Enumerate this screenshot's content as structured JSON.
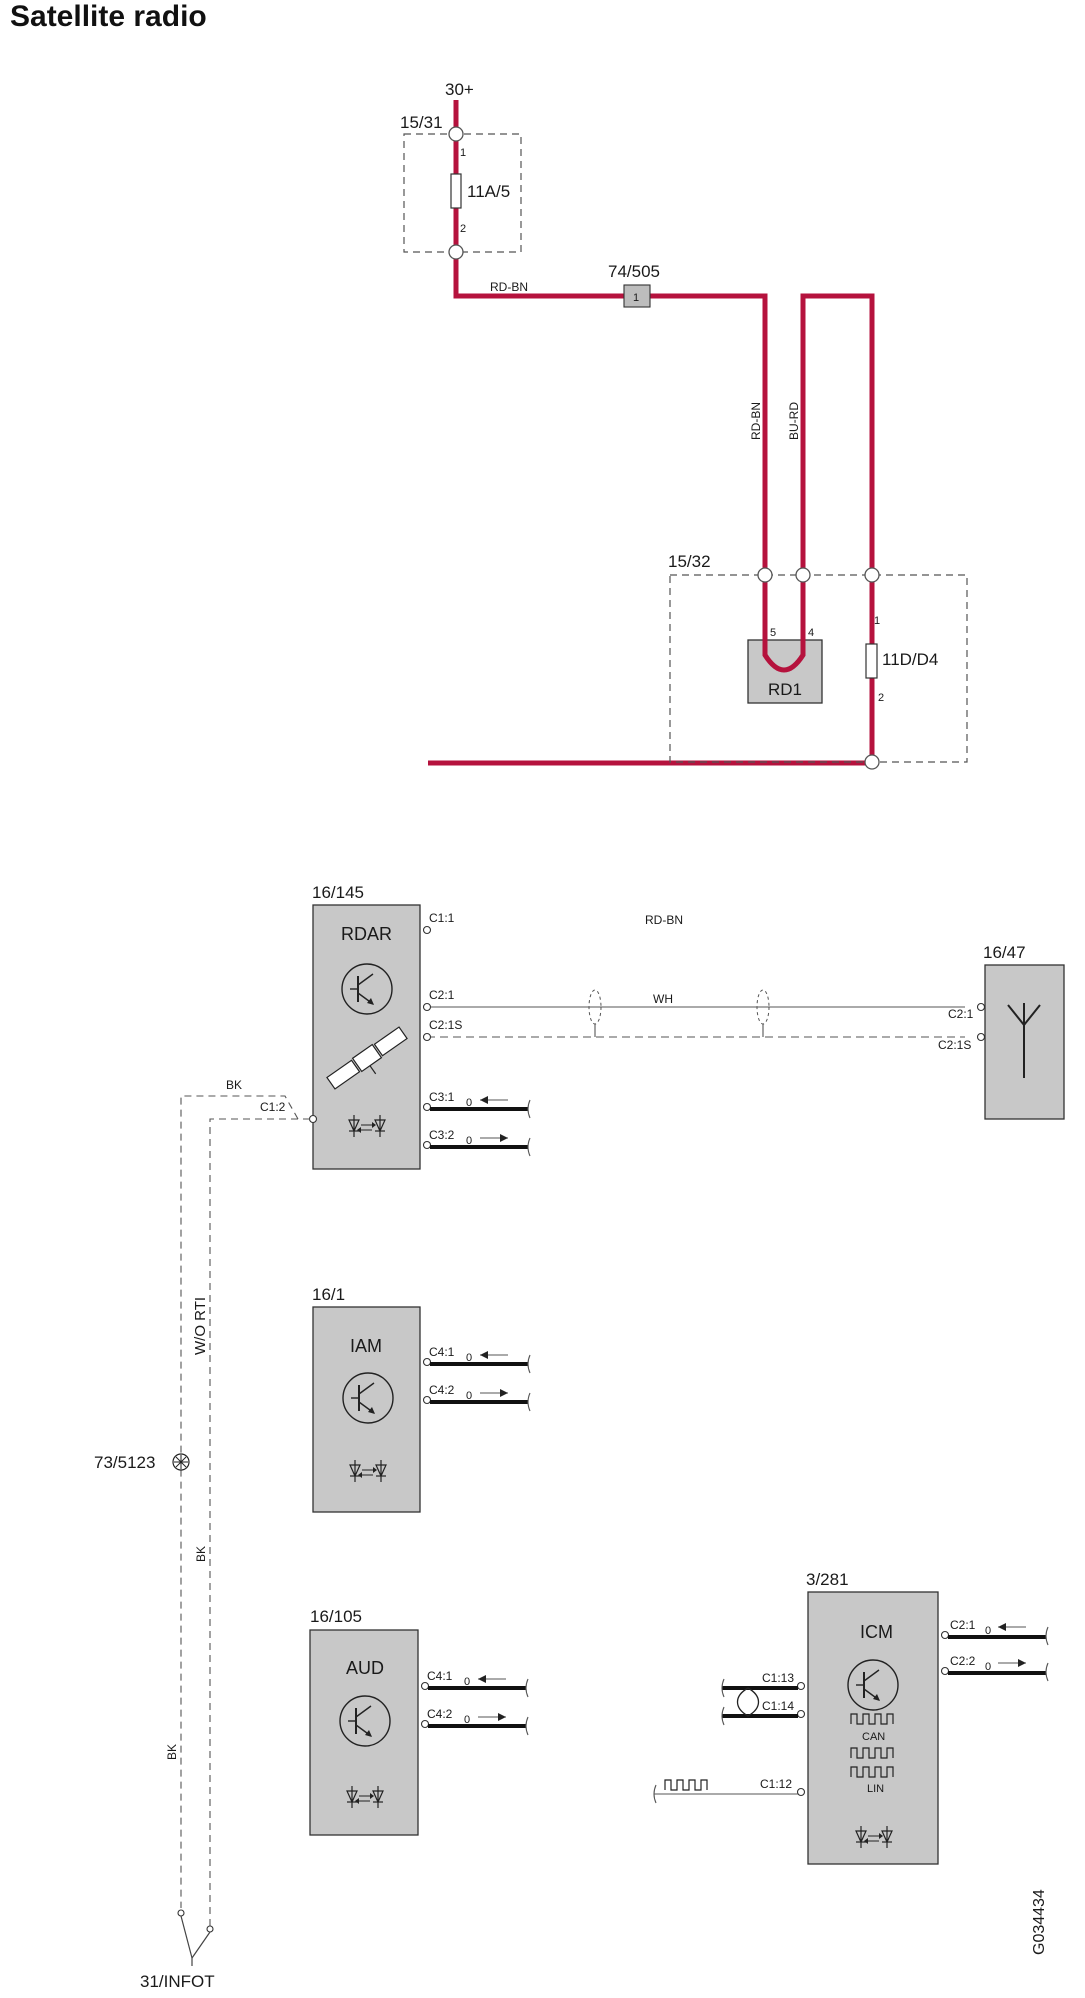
{
  "title": "Satellite radio",
  "figure_id": "G034434",
  "supply": {
    "label": "30+"
  },
  "ground": {
    "label": "31/INFOT"
  },
  "fusebox1": {
    "label": "15/31",
    "fuse": "11A/5",
    "pin1": "1",
    "pin2": "2"
  },
  "fusebox2": {
    "label": "15/32",
    "fuse": "11D/D4",
    "pin1": "1",
    "pin2": "2",
    "relay": "RD1",
    "relay_pin5": "5",
    "relay_pin4": "4"
  },
  "splice": {
    "label": "74/505",
    "pin": "1"
  },
  "wires": {
    "rdbn_top": "RD-BN",
    "rdbn_vert": "RD-BN",
    "burd_vert": "BU-RD",
    "rdbn_bottom": "RD-BN",
    "wh": "WH",
    "bk1": "BK",
    "bk2": "BK",
    "bk3": "BK",
    "wo_rti": "W/O RTI"
  },
  "ground_point": {
    "label": "73/5123"
  },
  "rdar": {
    "id": "16/145",
    "name": "RDAR",
    "c1_1": "C1:1",
    "c2_1": "C2:1",
    "c2_1s": "C2:1S",
    "c1_2": "C1:2",
    "c3_1": "C3:1",
    "c3_2": "C3:2"
  },
  "antenna": {
    "id": "16/47",
    "c2_1": "C2:1",
    "c2_1s": "C2:1S"
  },
  "iam": {
    "id": "16/1",
    "name": "IAM",
    "c4_1": "C4:1",
    "c4_2": "C4:2"
  },
  "aud": {
    "id": "16/105",
    "name": "AUD",
    "c4_1": "C4:1",
    "c4_2": "C4:2"
  },
  "icm": {
    "id": "3/281",
    "name": "ICM",
    "can": "CAN",
    "lin": "LIN",
    "c2_1": "C2:1",
    "c2_2": "C2:2",
    "c1_13": "C1:13",
    "c1_14": "C1:14",
    "c1_12": "C1:12"
  },
  "pin_marker": "0",
  "icons": [
    "transistor-icon",
    "satellite-icon",
    "optocoupler-icon",
    "antenna-icon",
    "square-wave-icon",
    "twisted-pair-icon",
    "ground-icon",
    "switch-icon"
  ],
  "colors": {
    "supply_wire": "#b5123d",
    "module_fill": "#c8c8c8"
  }
}
